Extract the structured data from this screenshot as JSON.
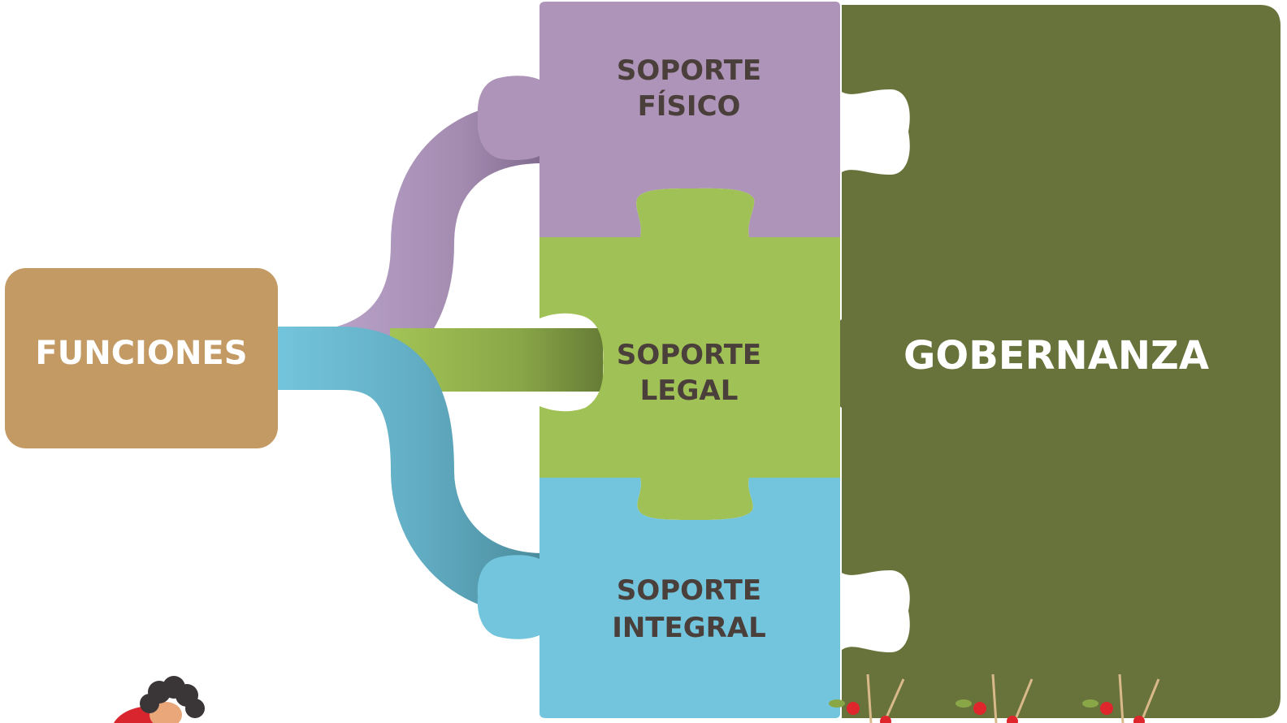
{
  "diagram": {
    "source": {
      "label": "FUNCIONES"
    },
    "pieces": [
      {
        "line1": "SOPORTE",
        "line2": "FÍSICO"
      },
      {
        "line1": "SOPORTE",
        "line2": "LEGAL"
      },
      {
        "line1": "SOPORTE",
        "line2": "INTEGRAL"
      }
    ],
    "target": {
      "label": "GOBERNANZA"
    }
  },
  "colors": {
    "funciones": "#c49a64",
    "fisico": "#ad94b8",
    "legal": "#a0c155",
    "integral": "#73c5dd",
    "gobernanza": "#67733a",
    "text_dark": "#4a3f3a"
  }
}
